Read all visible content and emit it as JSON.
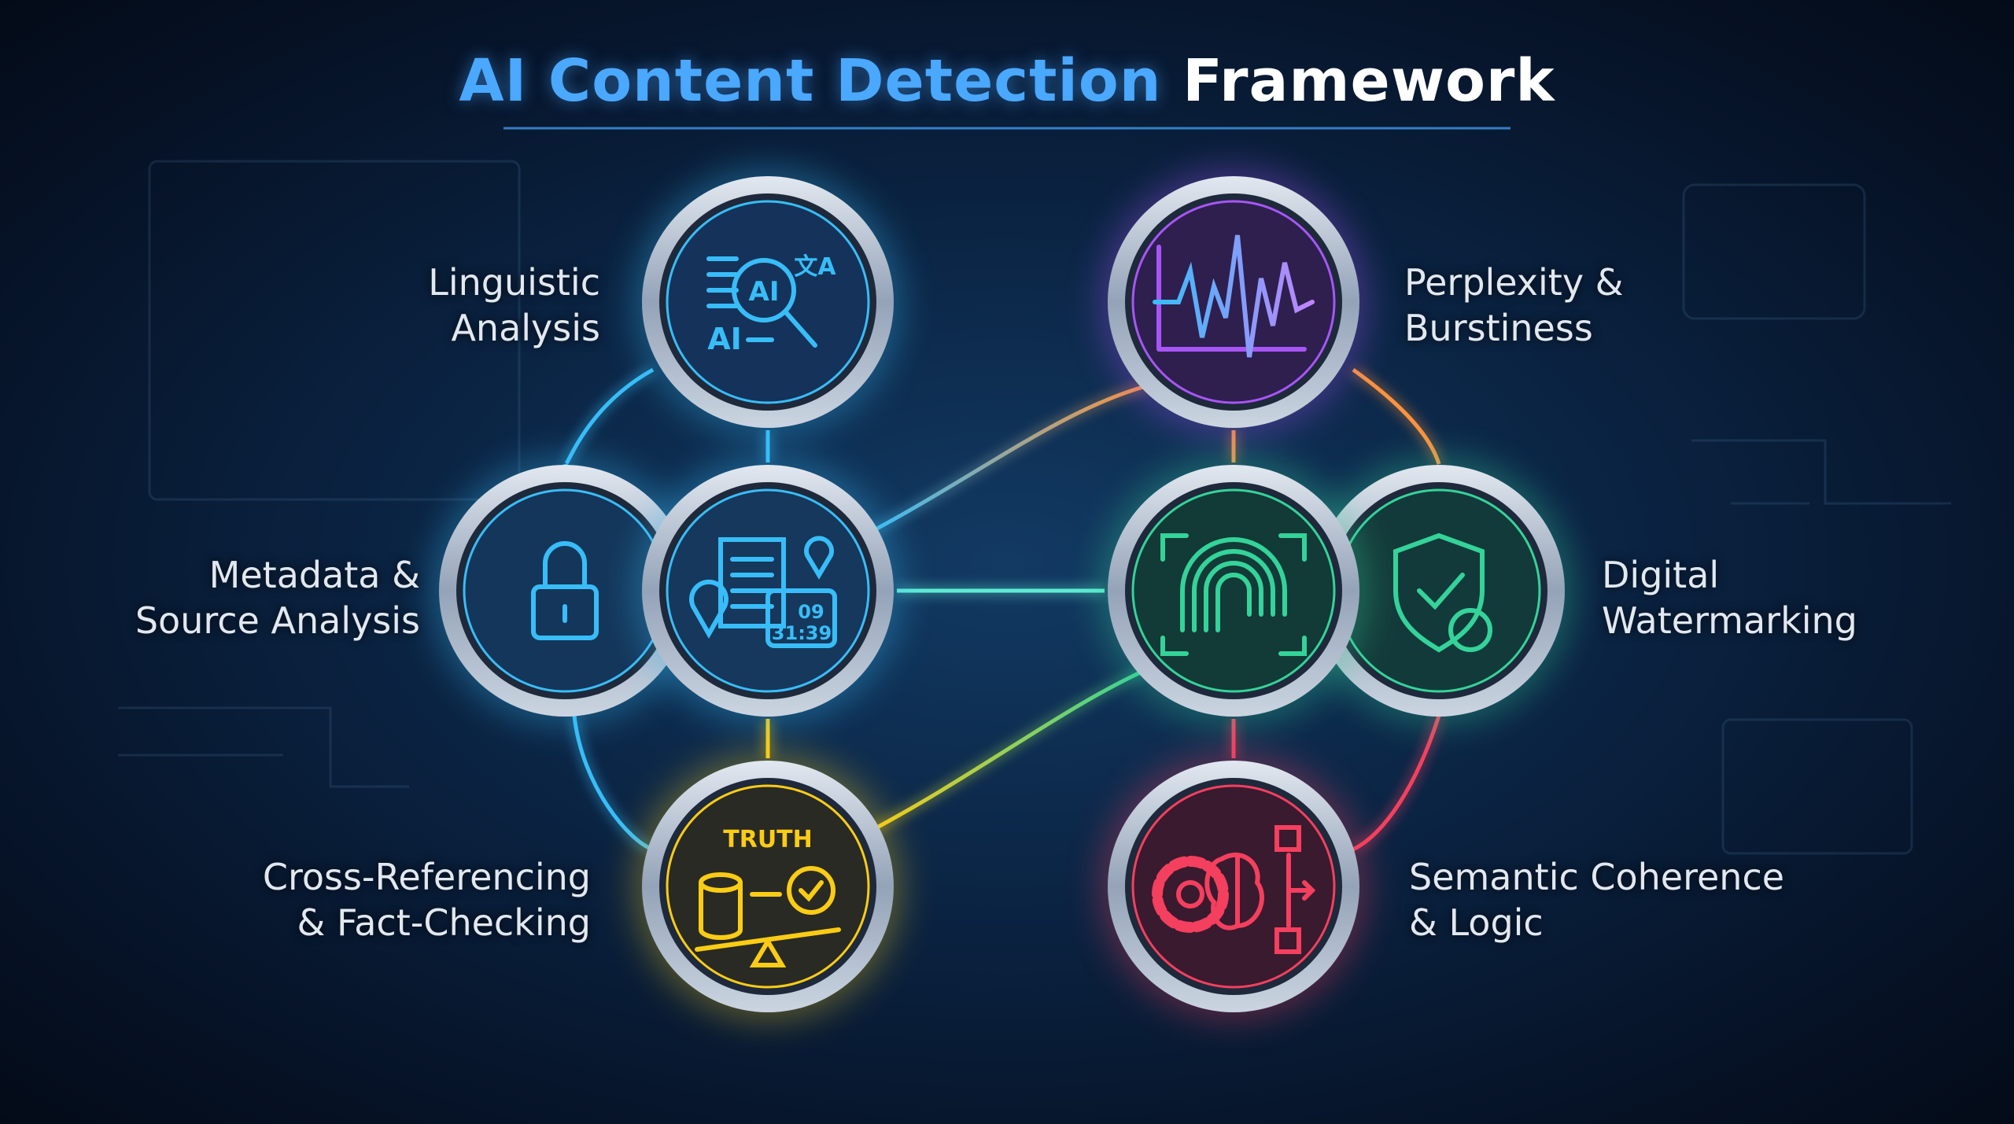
{
  "title": {
    "highlight": "AI Content Detection",
    "rest": "Framework"
  },
  "colors": {
    "blue": "#38bdf8",
    "purple": "#a855f7",
    "orange": "#fb923c",
    "green": "#34d399",
    "gold": "#facc15",
    "red": "#f43f5e",
    "title_accent": "#4aa8ff"
  },
  "nodes": [
    {
      "id": "linguistic",
      "lines": [
        "Linguistic",
        "Analysis"
      ],
      "icon": "magnifier-ai-text-icon",
      "icon_text": [
        "AI",
        "AI"
      ],
      "color": "#38bdf8"
    },
    {
      "id": "perplexity",
      "lines": [
        "Perplexity &",
        "Burstiness"
      ],
      "icon": "waveform-chart-icon",
      "color": "#a855f7"
    },
    {
      "id": "metadata",
      "lines": [
        "Metadata &",
        "Source Analysis"
      ],
      "icon": "lock-and-document-location-icon",
      "icon_text": [
        "09",
        "31:39"
      ],
      "color": "#38bdf8"
    },
    {
      "id": "watermark",
      "lines": [
        "Digital",
        "Watermarking"
      ],
      "icon": "fingerprint-shield-check-icon",
      "color": "#34d399"
    },
    {
      "id": "crossref",
      "lines": [
        "Cross-Referencing",
        "& Fact-Checking"
      ],
      "icon": "database-balance-check-icon",
      "icon_text": [
        "TRUTH"
      ],
      "color": "#facc15"
    },
    {
      "id": "semantic",
      "lines": [
        "Semantic Coherence",
        "& Logic"
      ],
      "icon": "gear-brain-flow-icon",
      "color": "#f43f5e"
    }
  ]
}
